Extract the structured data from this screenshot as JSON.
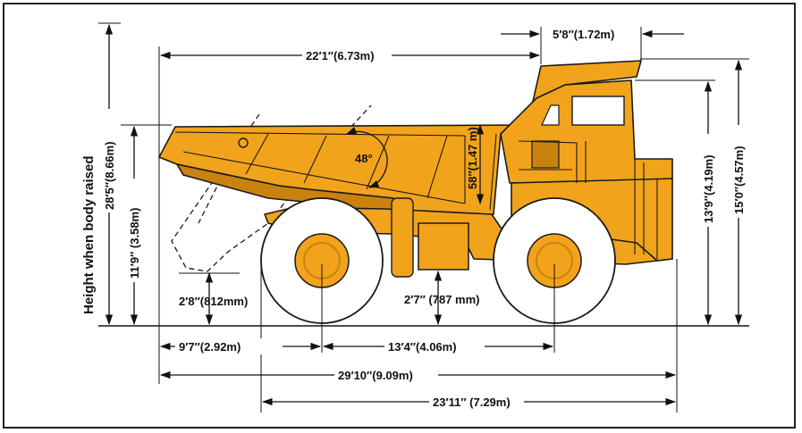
{
  "colors": {
    "truck_body": "#f2a31c",
    "truck_shadow": "#c9820f",
    "tire": "#ffffff",
    "hub": "#f2a31c",
    "line": "#111111",
    "background": "#ffffff"
  },
  "labels": {
    "side_label": "Height when body raised",
    "height_raised": "28′5″(8.66m)",
    "body_height": "11′9″ (3.58m)",
    "body_length": "22′1″(6.73m)",
    "canopy": "5′8″(1.72m)",
    "dump_angle": "48°",
    "body_depth": "58″(1.47 m)",
    "cab_height": "13′9″(4.19m)",
    "overall_height": "15′0″(4.57m)",
    "rear_clearance": "2′8″(812mm)",
    "ground_clearance": "2′7″ (787 mm)",
    "rear_overhang": "9′7″(2.92m)",
    "wheelbase": "13′4″(4.06m)",
    "overall_length": "29′10″(9.09m)",
    "overall_width": "23′11″ (7.29m)"
  }
}
